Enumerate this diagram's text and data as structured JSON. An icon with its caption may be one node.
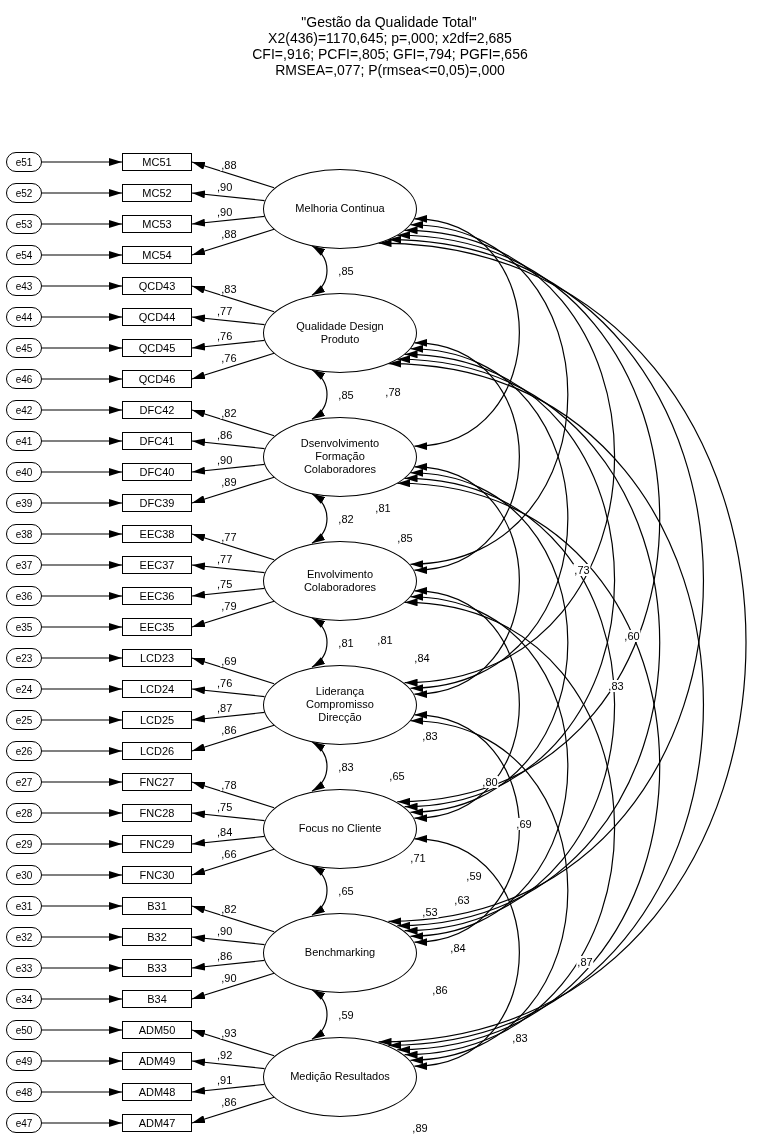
{
  "diagram": {
    "title": "\"Gestão da Qualidade Total\"",
    "nodes": [
      {
        "text": [
          "e51"
        ]
      },
      {
        "text": [
          "e52"
        ]
      },
      {
        "text": [
          "e53"
        ]
      },
      {
        "text": [
          "e54"
        ]
      },
      {
        "text": [
          "e43"
        ]
      },
      {
        "text": [
          "e44"
        ]
      },
      {
        "text": [
          "e45"
        ]
      },
      {
        "text": [
          "e46"
        ]
      },
      {
        "text": [
          "e42"
        ]
      },
      {
        "text": [
          "e41"
        ]
      },
      {
        "text": [
          "e40"
        ]
      },
      {
        "text": [
          "e39"
        ]
      },
      {
        "text": [
          "e38"
        ]
      },
      {
        "text": [
          "e37"
        ]
      },
      {
        "text": [
          "e36"
        ]
      },
      {
        "text": [
          "e35"
        ]
      },
      {
        "text": [
          "e23"
        ]
      },
      {
        "text": [
          "e24"
        ]
      },
      {
        "text": [
          "e25"
        ]
      },
      {
        "text": [
          "e26"
        ]
      },
      {
        "text": [
          "e27"
        ]
      },
      {
        "text": [
          "e28"
        ]
      },
      {
        "text": [
          "e29"
        ]
      },
      {
        "text": [
          "e30"
        ]
      },
      {
        "text": [
          "e31"
        ]
      },
      {
        "text": [
          "e32"
        ]
      },
      {
        "text": [
          "e33"
        ]
      },
      {
        "text": [
          "e34"
        ]
      },
      {
        "text": [
          "e50"
        ]
      },
      {
        "text": [
          "e49"
        ]
      },
      {
        "text": [
          "e48"
        ]
      },
      {
        "text": [
          "e47"
        ]
      },
      {
        "text": [
          "MC51"
        ]
      },
      {
        "text": [
          "MC52"
        ]
      },
      {
        "text": [
          "MC53"
        ]
      },
      {
        "text": [
          "MC54"
        ]
      },
      {
        "text": [
          "QCD43"
        ]
      },
      {
        "text": [
          "QCD44"
        ]
      },
      {
        "text": [
          "QCD45"
        ]
      },
      {
        "text": [
          "QCD46"
        ]
      },
      {
        "text": [
          "DFC42"
        ]
      },
      {
        "text": [
          "DFC41"
        ]
      },
      {
        "text": [
          "DFC40"
        ]
      },
      {
        "text": [
          "DFC39"
        ]
      },
      {
        "text": [
          "EEC38"
        ]
      },
      {
        "text": [
          "EEC37"
        ]
      },
      {
        "text": [
          "EEC36"
        ]
      },
      {
        "text": [
          "EEC35"
        ]
      },
      {
        "text": [
          "LCD23"
        ]
      },
      {
        "text": [
          "LCD24"
        ]
      },
      {
        "text": [
          "LCD25"
        ]
      },
      {
        "text": [
          "LCD26"
        ]
      },
      {
        "text": [
          "FNC27"
        ]
      },
      {
        "text": [
          "FNC28"
        ]
      },
      {
        "text": [
          "FNC29"
        ]
      },
      {
        "text": [
          "FNC30"
        ]
      },
      {
        "text": [
          "B31"
        ]
      },
      {
        "text": [
          "B32"
        ]
      },
      {
        "text": [
          "B33"
        ]
      },
      {
        "text": [
          "B34"
        ]
      },
      {
        "text": [
          "ADM50"
        ]
      },
      {
        "text": [
          "ADM49"
        ]
      },
      {
        "text": [
          "ADM48"
        ]
      },
      {
        "text": [
          "ADM47"
        ]
      },
      {
        "text": [
          "Melhoria Continua"
        ]
      },
      {
        "text": [
          "Qualidade Design Produto"
        ]
      },
      {
        "text": [
          "Dsenvolvimento Formação Colaboradores"
        ]
      },
      {
        "text": [
          "Envolvimento Colaboradores"
        ]
      },
      {
        "text": [
          "Liderança Compromisso Direcção"
        ]
      },
      {
        "text": [
          "Focus no Cliente"
        ]
      },
      {
        "text": [
          "Benchmarking"
        ]
      },
      {
        "text": [
          "Medição Resultados"
        ]
      }
    ],
    "edges": [
      {
        "from": 0,
        "to": 32,
        "arrow": "to"
      },
      {
        "from": 1,
        "to": 33,
        "arrow": "to"
      },
      {
        "from": 2,
        "to": 34,
        "arrow": "to"
      },
      {
        "from": 3,
        "to": 35,
        "arrow": "to"
      },
      {
        "from": 4,
        "to": 36,
        "arrow": "to"
      },
      {
        "from": 5,
        "to": 37,
        "arrow": "to"
      },
      {
        "from": 6,
        "to": 38,
        "arrow": "to"
      },
      {
        "from": 7,
        "to": 39,
        "arrow": "to"
      },
      {
        "from": 8,
        "to": 40,
        "arrow": "to"
      },
      {
        "from": 9,
        "to": 41,
        "arrow": "to"
      },
      {
        "from": 10,
        "to": 42,
        "arrow": "to"
      },
      {
        "from": 11,
        "to": 43,
        "arrow": "to"
      },
      {
        "from": 12,
        "to": 44,
        "arrow": "to"
      },
      {
        "from": 13,
        "to": 45,
        "arrow": "to"
      },
      {
        "from": 14,
        "to": 46,
        "arrow": "to"
      },
      {
        "from": 15,
        "to": 47,
        "arrow": "to"
      },
      {
        "from": 16,
        "to": 48,
        "arrow": "to"
      },
      {
        "from": 17,
        "to": 49,
        "arrow": "to"
      },
      {
        "from": 18,
        "to": 50,
        "arrow": "to"
      },
      {
        "from": 19,
        "to": 51,
        "arrow": "to"
      },
      {
        "from": 20,
        "to": 52,
        "arrow": "to"
      },
      {
        "from": 21,
        "to": 53,
        "arrow": "to"
      },
      {
        "from": 22,
        "to": 54,
        "arrow": "to"
      },
      {
        "from": 23,
        "to": 55,
        "arrow": "to"
      },
      {
        "from": 24,
        "to": 56,
        "arrow": "to"
      },
      {
        "from": 25,
        "to": 57,
        "arrow": "to"
      },
      {
        "from": 26,
        "to": 58,
        "arrow": "to"
      },
      {
        "from": 27,
        "to": 59,
        "arrow": "to"
      },
      {
        "from": 28,
        "to": 60,
        "arrow": "to"
      },
      {
        "from": 29,
        "to": 61,
        "arrow": "to"
      },
      {
        "from": 30,
        "to": 62,
        "arrow": "to"
      },
      {
        "from": 31,
        "to": 63,
        "arrow": "to"
      },
      {
        "from": 64,
        "to": 32,
        "arrow": "to",
        "label": ",88"
      },
      {
        "from": 64,
        "to": 33,
        "arrow": "to",
        "label": ",90"
      },
      {
        "from": 64,
        "to": 34,
        "arrow": "to",
        "label": ",90"
      },
      {
        "from": 64,
        "to": 35,
        "arrow": "to",
        "label": ",88"
      },
      {
        "from": 65,
        "to": 36,
        "arrow": "to",
        "label": ",83"
      },
      {
        "from": 65,
        "to": 37,
        "arrow": "to",
        "label": ",77"
      },
      {
        "from": 65,
        "to": 38,
        "arrow": "to",
        "label": ",76"
      },
      {
        "from": 65,
        "to": 39,
        "arrow": "to",
        "label": ",76"
      },
      {
        "from": 66,
        "to": 40,
        "arrow": "to",
        "label": ",82"
      },
      {
        "from": 66,
        "to": 41,
        "arrow": "to",
        "label": ",86"
      },
      {
        "from": 66,
        "to": 42,
        "arrow": "to",
        "label": ",90"
      },
      {
        "from": 66,
        "to": 43,
        "arrow": "to",
        "label": ",89"
      },
      {
        "from": 67,
        "to": 44,
        "arrow": "to",
        "label": ",77"
      },
      {
        "from": 67,
        "to": 45,
        "arrow": "to",
        "label": ",77"
      },
      {
        "from": 67,
        "to": 46,
        "arrow": "to",
        "label": ",75"
      },
      {
        "from": 67,
        "to": 47,
        "arrow": "to",
        "label": ",79"
      },
      {
        "from": 68,
        "to": 48,
        "arrow": "to",
        "label": ",69"
      },
      {
        "from": 68,
        "to": 49,
        "arrow": "to",
        "label": ",76"
      },
      {
        "from": 68,
        "to": 50,
        "arrow": "to",
        "label": ",87"
      },
      {
        "from": 68,
        "to": 51,
        "arrow": "to",
        "label": ",86"
      },
      {
        "from": 69,
        "to": 52,
        "arrow": "to",
        "label": ",78"
      },
      {
        "from": 69,
        "to": 53,
        "arrow": "to",
        "label": ",75"
      },
      {
        "from": 69,
        "to": 54,
        "arrow": "to",
        "label": ",84"
      },
      {
        "from": 69,
        "to": 55,
        "arrow": "to",
        "label": ",66"
      },
      {
        "from": 70,
        "to": 56,
        "arrow": "to",
        "label": ",82"
      },
      {
        "from": 70,
        "to": 57,
        "arrow": "to",
        "label": ",90"
      },
      {
        "from": 70,
        "to": 58,
        "arrow": "to",
        "label": ",86"
      },
      {
        "from": 70,
        "to": 59,
        "arrow": "to",
        "label": ",90"
      },
      {
        "from": 71,
        "to": 60,
        "arrow": "to",
        "label": ",93"
      },
      {
        "from": 71,
        "to": 61,
        "arrow": "to",
        "label": ",92"
      },
      {
        "from": 71,
        "to": 62,
        "arrow": "to",
        "label": ",91"
      },
      {
        "from": 71,
        "to": 63,
        "arrow": "to",
        "label": ",86"
      },
      {
        "from": 64,
        "to": 65,
        "arrow": "both",
        "label": ",85"
      },
      {
        "from": 65,
        "to": 66,
        "arrow": "both",
        "label": ",85"
      },
      {
        "from": 66,
        "to": 67,
        "arrow": "both",
        "label": ",82"
      },
      {
        "from": 67,
        "to": 68,
        "arrow": "both",
        "label": ",81"
      },
      {
        "from": 68,
        "to": 69,
        "arrow": "both",
        "label": ",83"
      },
      {
        "from": 69,
        "to": 70,
        "arrow": "both",
        "label": ",65"
      },
      {
        "from": 70,
        "to": 71,
        "arrow": "both",
        "label": ",59"
      },
      {
        "from": 64,
        "to": 66,
        "arrow": "both"
      },
      {
        "from": 64,
        "to": 67,
        "arrow": "both"
      },
      {
        "from": 64,
        "to": 68,
        "arrow": "both"
      },
      {
        "from": 64,
        "to": 69,
        "arrow": "both"
      },
      {
        "from": 64,
        "to": 70,
        "arrow": "both"
      },
      {
        "from": 64,
        "to": 71,
        "arrow": "both"
      },
      {
        "from": 65,
        "to": 67,
        "arrow": "both"
      },
      {
        "from": 65,
        "to": 68,
        "arrow": "both"
      },
      {
        "from": 65,
        "to": 69,
        "arrow": "both"
      },
      {
        "from": 65,
        "to": 70,
        "arrow": "both"
      },
      {
        "from": 65,
        "to": 71,
        "arrow": "both"
      },
      {
        "from": 66,
        "to": 68,
        "arrow": "both"
      },
      {
        "from": 66,
        "to": 69,
        "arrow": "both"
      },
      {
        "from": 66,
        "to": 70,
        "arrow": "both"
      },
      {
        "from": 66,
        "to": 71,
        "arrow": "both"
      },
      {
        "from": 67,
        "to": 69,
        "arrow": "both"
      },
      {
        "from": 67,
        "to": 70,
        "arrow": "both"
      },
      {
        "from": 67,
        "to": 71,
        "arrow": "both"
      },
      {
        "from": 68,
        "to": 70,
        "arrow": "both"
      },
      {
        "from": 68,
        "to": 71,
        "arrow": "both"
      },
      {
        "from": 69,
        "to": 71,
        "arrow": "both"
      }
    ],
    "labels": [
      "X2(436)=1170,645; p=,000; x2df=2,685",
      "CFI=,916; PCFI=,805; GFI=,794; PGFI=,656",
      "RMSEA=,077; P(rmsea<=0,05)=,000",
      ",78",
      ",81",
      ",85",
      ",73",
      ",60",
      ",81",
      ",84",
      ",83",
      ",83",
      ",65",
      ",80",
      ",69",
      ",71",
      ",59",
      ",63",
      ",53",
      ",84",
      ",87",
      ",86",
      ",83",
      ",89"
    ]
  }
}
